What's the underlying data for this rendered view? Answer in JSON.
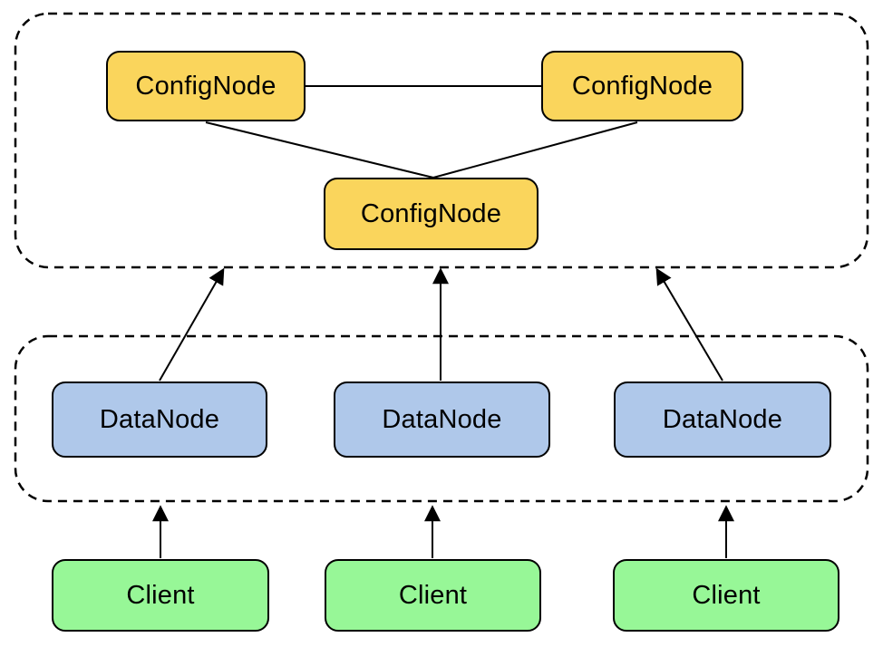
{
  "diagram": {
    "type": "cluster-architecture",
    "colors": {
      "background": "#FFFFFF",
      "config_node_fill": "#FAD55C",
      "data_node_fill": "#AFC8EA",
      "client_fill": "#97F797",
      "stroke": "#000000"
    },
    "clusters": [
      {
        "name": "confignode-cluster",
        "border_style": "dashed"
      },
      {
        "name": "datanode-cluster",
        "border_style": "dashed"
      }
    ],
    "config_nodes": [
      {
        "label": "ConfigNode"
      },
      {
        "label": "ConfigNode"
      },
      {
        "label": "ConfigNode"
      }
    ],
    "data_nodes": [
      {
        "label": "DataNode"
      },
      {
        "label": "DataNode"
      },
      {
        "label": "DataNode"
      }
    ],
    "clients": [
      {
        "label": "Client"
      },
      {
        "label": "Client"
      },
      {
        "label": "Client"
      }
    ]
  }
}
